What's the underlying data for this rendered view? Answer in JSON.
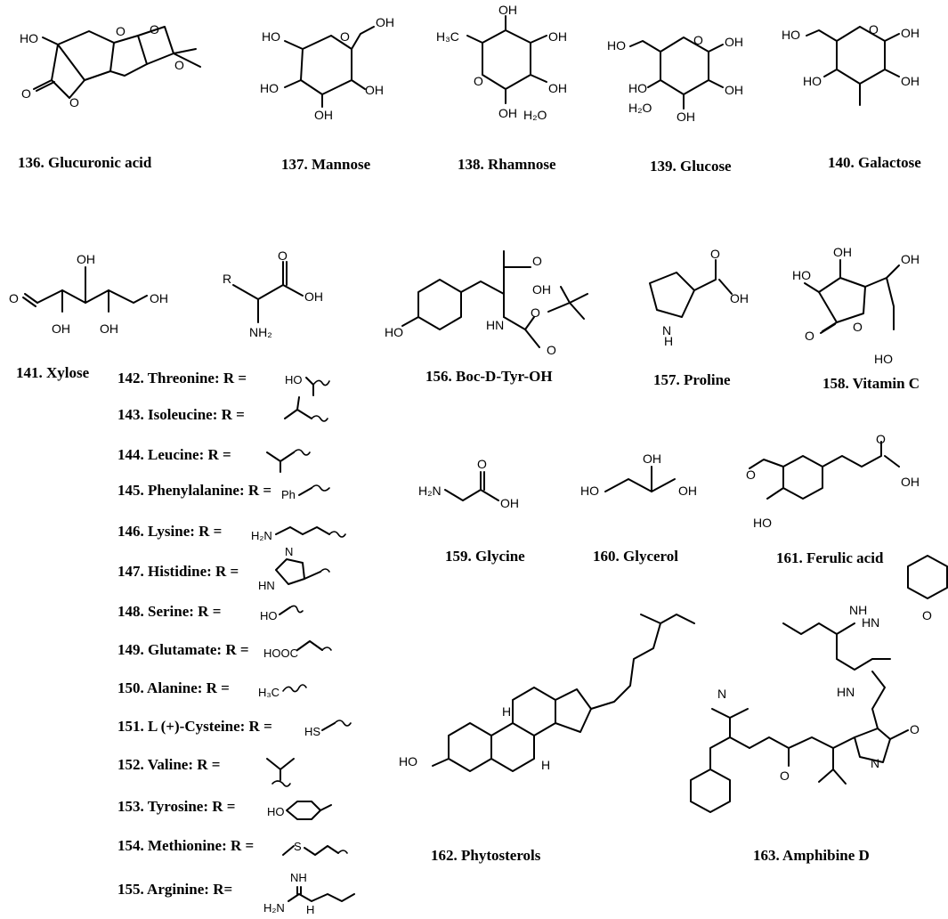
{
  "compounds": {
    "c136": "136. Glucuronic acid",
    "c137": "137. Mannose",
    "c138": "138. Rhamnose",
    "c139": "139. Glucose",
    "c140": "140. Galactose",
    "c141": "141. Xylose",
    "c156": "156. Boc-D-Tyr-OH",
    "c157": "157. Proline",
    "c158": "158. Vitamin C",
    "c159": "159. Glycine",
    "c160": "160. Glycerol",
    "c161": "161. Ferulic acid",
    "c162": "162. Phytosterols",
    "c163": "163. Amphibine D"
  },
  "amino_acids": [
    {
      "label": "142. Threonine: R ="
    },
    {
      "label": "143. Isoleucine: R ="
    },
    {
      "label": "144. Leucine: R ="
    },
    {
      "label": "145. Phenylalanine: R ="
    },
    {
      "label": "146. Lysine: R ="
    },
    {
      "label": "147. Histidine: R ="
    },
    {
      "label": "148. Serine: R ="
    },
    {
      "label": "149. Glutamate: R ="
    },
    {
      "label": "150. Alanine: R ="
    },
    {
      "label": "151. L (+)-Cysteine: R ="
    },
    {
      "label": "152. Valine: R ="
    },
    {
      "label": "153. Tyrosine: R ="
    },
    {
      "label": "154. Methionine: R ="
    },
    {
      "label": "155. Arginine: R="
    }
  ],
  "atoms": {
    "OH": "OH",
    "HO": "HO",
    "O": "O",
    "H2O": "H₂O",
    "NH2": "NH₂",
    "H2N": "H₂N",
    "H3C": "H₃C",
    "N": "N",
    "NH": "NH",
    "HN": "HN",
    "H": "H",
    "R": "R",
    "Ph": "Ph",
    "HOOC": "HOOC",
    "HS": "HS",
    "S": "S"
  }
}
